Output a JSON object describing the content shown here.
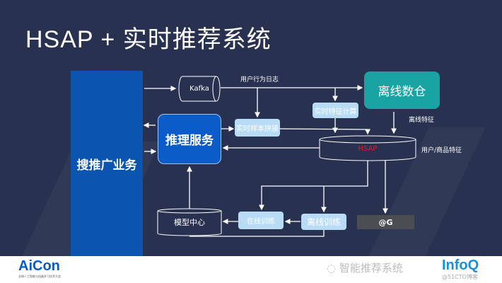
{
  "title": "HSAP + 实时推荐系统",
  "diagram": {
    "business": "搜推广业务",
    "kafka": "Kafka",
    "user_behavior_log": "用户行为日志",
    "offline_warehouse": "离线数仓",
    "realtime_feature_compute": "实时特征计算",
    "offline_features": "离线特征",
    "inference_service": "推理服务",
    "realtime_sample_join": "实时样本拼接",
    "hsap": "HSAP",
    "user_item_features": "用户/商品特征",
    "model_center": "模型中心",
    "online_training": "在线训练",
    "offline_training": "离线训练",
    "g_box": "@G"
  },
  "colors": {
    "background": "#283150",
    "business": "#0b55b0",
    "inference": "#0b5bc8",
    "warehouse": "#1aa3a3",
    "hsap_text": "#d0202a",
    "light_box": "#b9dcf6"
  },
  "footer": {
    "aicon_logo": "AiCon",
    "aicon_subtitle": "全球人工智能与机器学习技术大会",
    "infoq_logo": "InfoQ",
    "watermark": "智能推荐系统",
    "watermark2": "@51CTO博客"
  }
}
